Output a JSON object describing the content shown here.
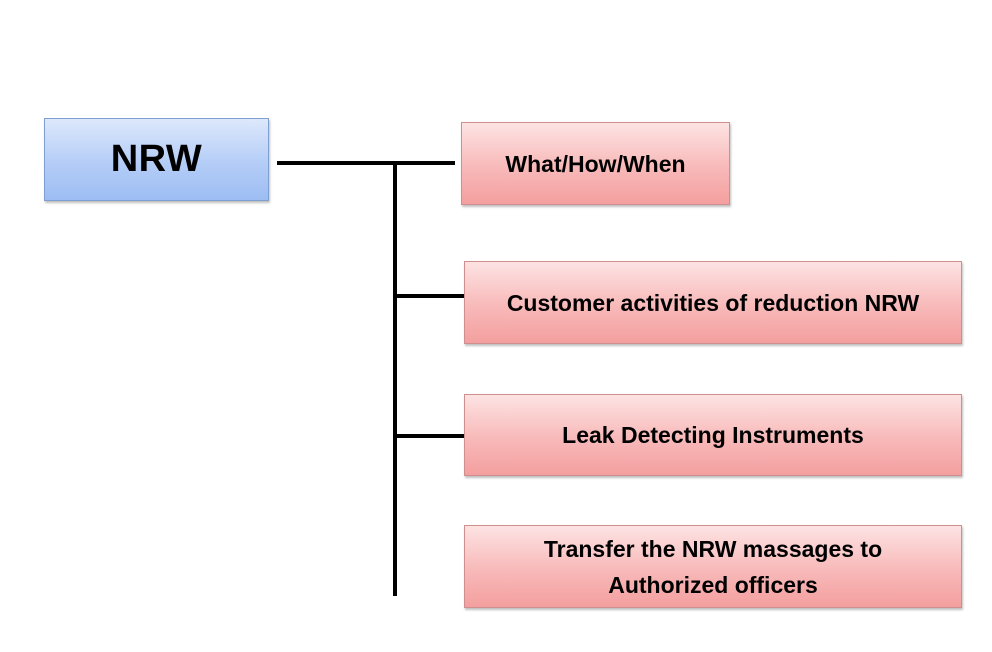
{
  "diagram": {
    "root": {
      "label": "NRW"
    },
    "children": [
      {
        "label": "What/How/When"
      },
      {
        "label": "Customer activities of reduction NRW"
      },
      {
        "label": "Leak Detecting Instruments"
      },
      {
        "label": "Transfer the NRW massages to\nAuthorized officers"
      }
    ],
    "colors": {
      "root_fill": "#b4cdf7",
      "root_border": "#7f9fd1",
      "child_fill": "#f8b9b9",
      "child_border": "#d08f8f",
      "connector": "#000000"
    }
  }
}
